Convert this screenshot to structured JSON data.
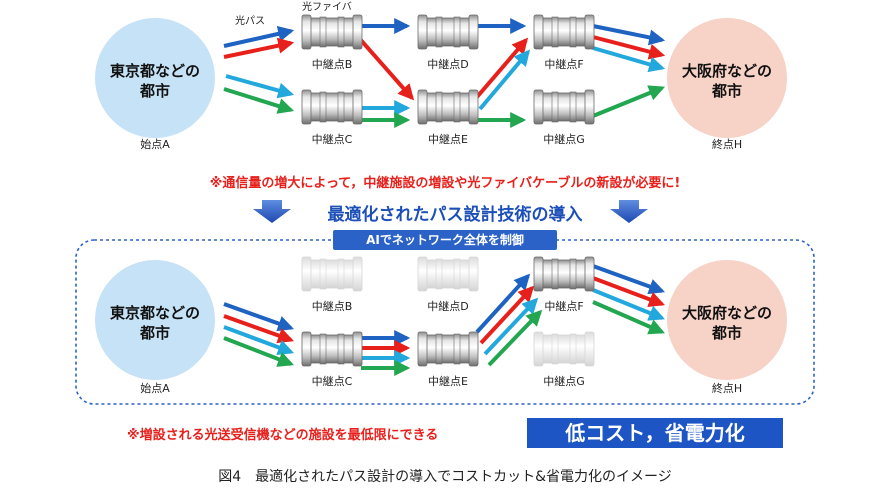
{
  "top": {
    "source_city": [
      "東京都などの",
      "都市"
    ],
    "dest_city": [
      "大阪府などの",
      "都市"
    ],
    "start_label": "始点A",
    "end_label": "終点H",
    "optical_path_label": "光パス",
    "fiber_label": "光ファイバ",
    "relays": {
      "B": "中継点B",
      "C": "中継点C",
      "D": "中継点D",
      "E": "中継点E",
      "F": "中継点F",
      "G": "中継点G"
    },
    "warning": "※通信量の増大によって，中継施設の増設や光ファイバケーブルの新設が必要に!"
  },
  "banner": "最適化されたパス設計技術の導入",
  "bottom": {
    "ai_label": "AIでネットワーク全体を制御",
    "source_city": [
      "東京都などの",
      "都市"
    ],
    "dest_city": [
      "大阪府などの",
      "都市"
    ],
    "start_label": "始点A",
    "end_label": "終点H",
    "relays": {
      "B": "中継点B",
      "C": "中継点C",
      "D": "中継点D",
      "E": "中継点E",
      "F": "中継点F",
      "G": "中継点G"
    },
    "inactive_relays": [
      "B",
      "D",
      "G"
    ],
    "warning": "※増設される光送受信機などの施設を最低限にできる",
    "highlight": "低コスト，省電力化"
  },
  "caption": "図4　最適化されたパス設計の導入でコストカット&省電力化のイメージ",
  "colors": {
    "path_blue": "#1f63c2",
    "path_red": "#e8201c",
    "path_cyan": "#23a8de",
    "path_green": "#23a650",
    "source_fill": "#c6e2f6",
    "dest_fill": "#f7d2c7",
    "banner_blue": "#1d4fb8",
    "ai_label_bg": "#2b62c7",
    "highlight_bg": "#1e55c4",
    "warn_red": "#e8201c",
    "dashed_border": "#2b62c7"
  }
}
